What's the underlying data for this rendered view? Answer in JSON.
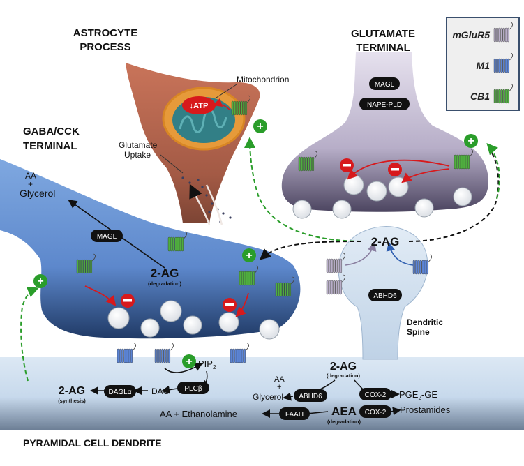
{
  "labels": {
    "astrocyte": [
      "ASTROCYTE",
      "PROCESS"
    ],
    "glutamate_terminal": [
      "GLUTAMATE",
      "TERMINAL"
    ],
    "gaba_terminal": [
      "GABA/CCK",
      "TERMINAL"
    ],
    "pyramidal": "PYRAMIDAL CELL DENDRITE",
    "dendritic_spine": [
      "Dendritic",
      "Spine"
    ],
    "mitochondrion": "Mitochondrion",
    "glutamate_uptake": [
      "Glutamate",
      "Uptake"
    ],
    "atp": "↓ATP",
    "aa_glycerol_gaba": [
      "AA",
      "+",
      "Glycerol"
    ],
    "aa_glycerol_dendrite": [
      "AA",
      "+",
      "Glycerol"
    ],
    "two_ag": "2-AG",
    "degradation": "(degradation)",
    "synthesis": "(synthesis)",
    "pip2": "PIP",
    "pip2_sub": "2",
    "dag": "DAG",
    "pge2_prefix": "PGE",
    "pge2_sub": "2",
    "pge2_suffix": "-GE",
    "prostamides": "Prostamides",
    "aa_ethanolamine": "AA + Ethanolamine",
    "aea": "AEA"
  },
  "enzymes": {
    "magl": "MAGL",
    "nape_pld": "NAPE-PLD",
    "abhd6": "ABHD6",
    "dagl": "DAGLα",
    "plcb": "PLCβ",
    "cox2": "COX-2",
    "faah": "FAAH"
  },
  "legend": [
    {
      "label": "mGluR5",
      "color": "#b8aec8"
    },
    {
      "label": "M1",
      "color": "#5b84d6"
    },
    {
      "label": "CB1",
      "color": "#4fae3f"
    }
  ],
  "colors": {
    "cb1": "#4fae3f",
    "m1": "#5b84d6",
    "mglur5": "#b8aec8",
    "stimulate": "#2a9d2a",
    "inhibit": "#d7191c"
  }
}
